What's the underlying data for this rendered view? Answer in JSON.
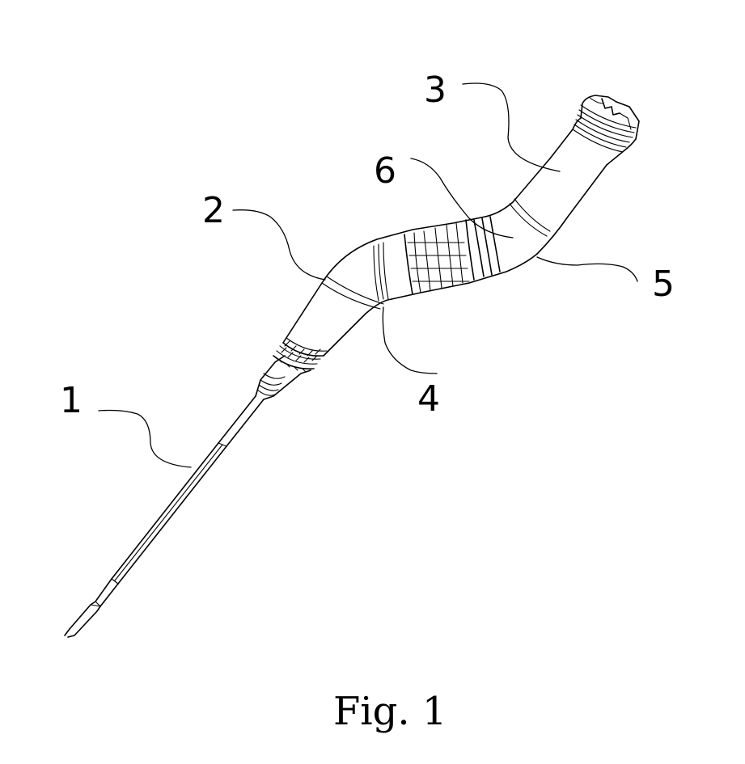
{
  "figure": {
    "caption": "Fig. 1",
    "labels": [
      {
        "id": "1",
        "text": "1"
      },
      {
        "id": "2",
        "text": "2"
      },
      {
        "id": "3",
        "text": "3"
      },
      {
        "id": "4",
        "text": "4"
      },
      {
        "id": "5",
        "text": "5"
      },
      {
        "id": "6",
        "text": "6"
      }
    ]
  }
}
